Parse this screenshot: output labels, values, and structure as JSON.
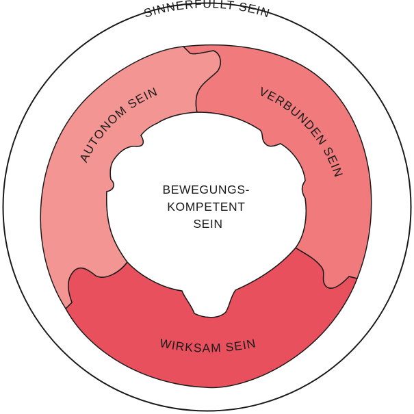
{
  "outer_ring": {
    "label": "SINNERFÜLLT SEIN"
  },
  "segments": [
    {
      "id": "autonom",
      "label": "AUTONOM SEIN",
      "color": "#f39593"
    },
    {
      "id": "verbunden",
      "label": "VERBUNDEN SEIN",
      "color": "#f07a7c"
    },
    {
      "id": "wirksam",
      "label": "WIRKSAM SEIN",
      "color": "#e8505e"
    }
  ],
  "center": {
    "lines": [
      "BEWEGUNGS-",
      "KOMPETENT",
      "SEIN"
    ]
  },
  "colors": {
    "outline": "#1a1a1a",
    "center_fill": "#ffffff",
    "text": "#1a1a1a"
  }
}
